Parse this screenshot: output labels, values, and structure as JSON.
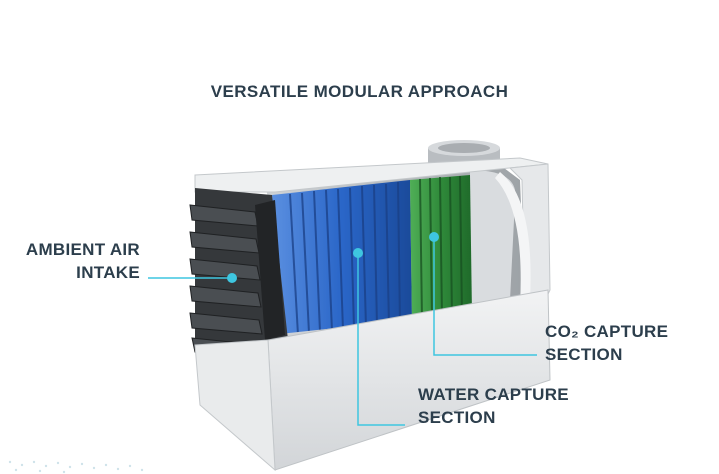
{
  "title": "VERSATILE MODULAR APPROACH",
  "labels": {
    "intake_line1": "AMBIENT AIR",
    "intake_line2": "INTAKE",
    "co2_line1": "CO₂ CAPTURE",
    "co2_line2": "SECTION",
    "water_line1": "WATER CAPTURE",
    "water_line2": "SECTION"
  },
  "colors": {
    "text": "#2c3e4c",
    "callout": "#3ec6e0",
    "water_module": "#1f5fb8",
    "co2_module": "#2f8a3a",
    "housing": "#e4e6e8",
    "louvers": "#3a3d40"
  }
}
